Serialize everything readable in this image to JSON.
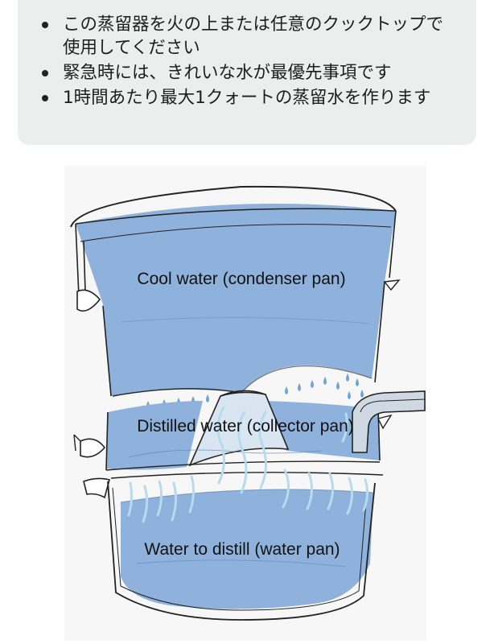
{
  "bullets": [
    "この蒸留器を火の上または任意のクックトップで使用してください",
    "緊急時には、きれいな水が最優先事項です",
    "1時間あたり最大1クォートの蒸留水を作ります"
  ],
  "diagram": {
    "labels": {
      "condenser": "Cool water (condenser pan)",
      "collector": "Distilled water (collector pan)",
      "water_pan": "Water to distill (water pan)"
    },
    "colors": {
      "water": "#8fb2dc",
      "water_light": "#b9cfe9",
      "vapor": "#b7dbee",
      "droplet": "#6ea4d6",
      "outline": "#222222"
    }
  }
}
